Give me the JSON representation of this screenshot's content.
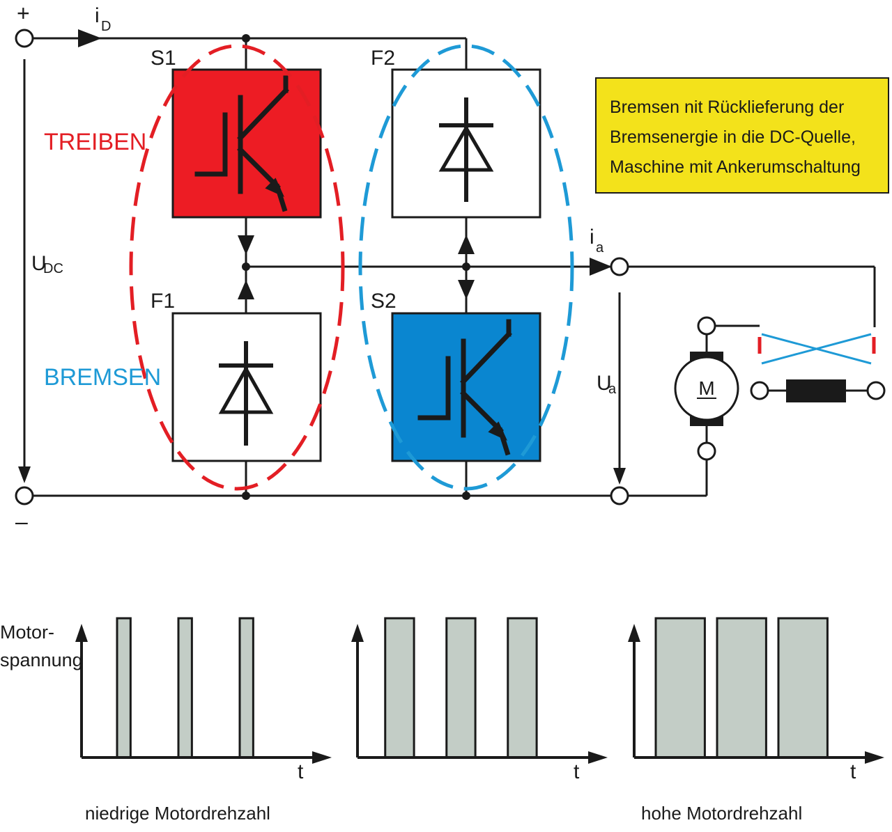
{
  "colors": {
    "treiben": "#e31e24",
    "bremsen": "#1e9ad6",
    "switch_red": "#ed1c24",
    "switch_blue": "#0a86d0",
    "note_bg": "#f3e21b",
    "pulse_fill": "#c3cdc6",
    "line": "#1a1a1a"
  },
  "circuit": {
    "plus": "+",
    "minus": "–",
    "i_d": "i",
    "i_d_sub": "D",
    "u_dc": "U",
    "u_dc_sub": "DC",
    "s1": "S1",
    "f2": "F2",
    "f1": "F1",
    "s2": "S2",
    "i_a": "i",
    "i_a_sub": "a",
    "u_a": "U",
    "u_a_sub": "a",
    "motor": "M"
  },
  "modes": {
    "treiben": "TREIBEN",
    "bremsen": "BREMSEN"
  },
  "note": {
    "line1": "Bremsen nit Rücklieferung der",
    "line2": "Bremsenergie in die DC-Quelle,",
    "line3": "Maschine mit Ankerumschaltung"
  },
  "pwm": {
    "ylabel_line1": "Motor-",
    "ylabel_line2": "spannung",
    "xlabel": "t",
    "caption_low": "niedrige Motordrehzahl",
    "caption_high": "hohe Motordrehzahl",
    "duty_cycles": [
      0.22,
      0.47,
      0.8
    ],
    "pulse_count": 3
  }
}
